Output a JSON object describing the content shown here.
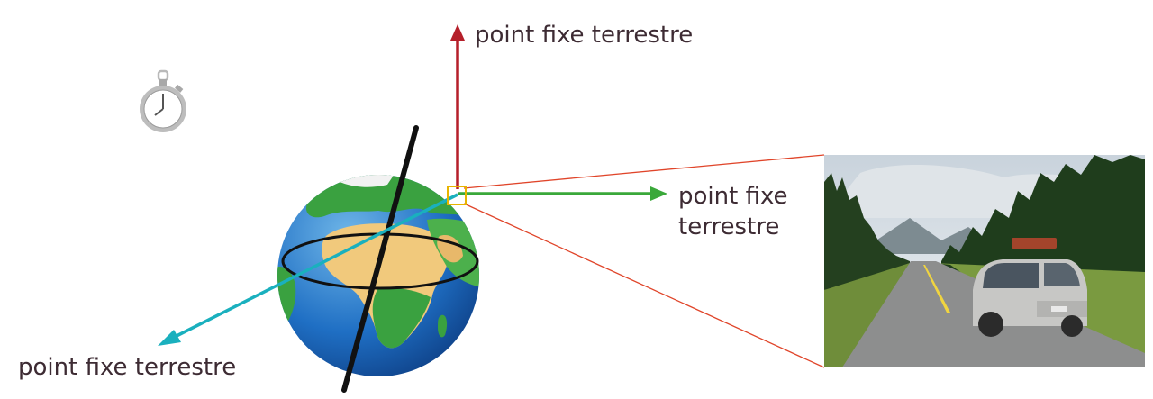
{
  "labels": {
    "vertical_axis": "point fixe terrestre",
    "horizontal_axis_line1": "point fixe",
    "horizontal_axis_line2": "terrestre",
    "oblique_axis": "point fixe terrestre"
  },
  "icons": {
    "timer": "stopwatch-icon",
    "earth": "earth-globe-icon",
    "photo": "road-car-photo"
  },
  "colors": {
    "vertical_axis": "#b51f2a",
    "horizontal_axis": "#3aa83a",
    "oblique_axis": "#1ab0be",
    "zoom_lines": "#e0452a",
    "zoom_box": "#e8b400",
    "earth_axis": "#111111",
    "text": "#3d2b33"
  }
}
